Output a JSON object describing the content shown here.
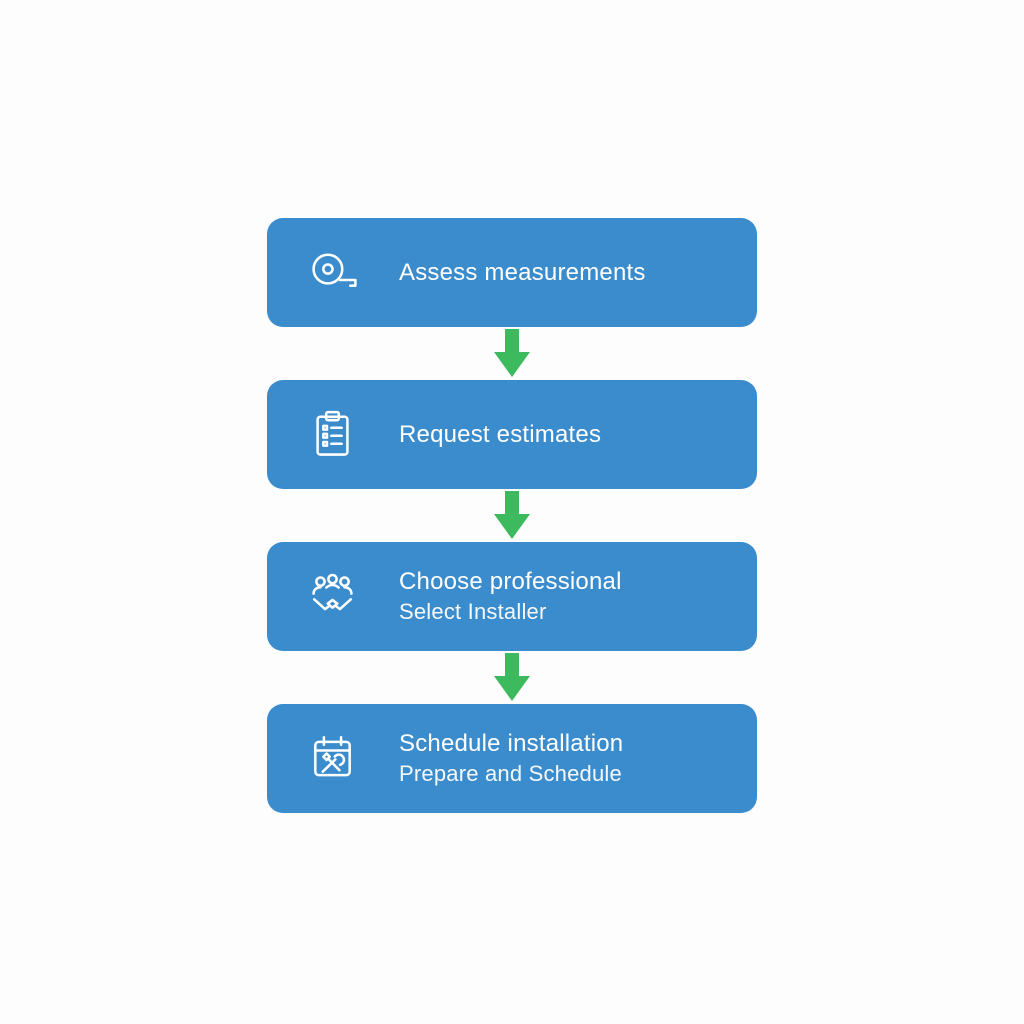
{
  "diagram": {
    "background_color": "#fdfdfe",
    "box_color": "#3b8ccd",
    "arrow_color": "#3cba5d",
    "text_color": "#ffffff",
    "steps": [
      {
        "icon": "tape-measure-icon",
        "title": "Assess measurements",
        "subtitle": ""
      },
      {
        "icon": "clipboard-icon",
        "title": "Request estimates",
        "subtitle": ""
      },
      {
        "icon": "team-handshake-icon",
        "title": "Choose professional",
        "subtitle": "Select Installer"
      },
      {
        "icon": "calendar-tools-icon",
        "title": "Schedule installation",
        "subtitle": "Prepare and Schedule"
      }
    ]
  }
}
